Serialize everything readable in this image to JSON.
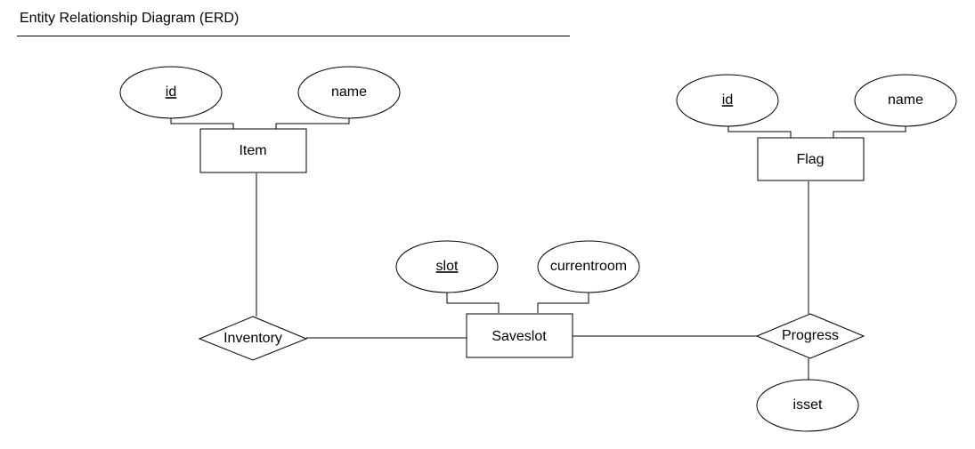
{
  "title": "Entity Relationship Diagram (ERD)",
  "entities": {
    "item": {
      "label": "Item",
      "attributes": {
        "id": {
          "label": "id",
          "key": true
        },
        "name": {
          "label": "name",
          "key": false
        }
      }
    },
    "flag": {
      "label": "Flag",
      "attributes": {
        "id": {
          "label": "id",
          "key": true
        },
        "name": {
          "label": "name",
          "key": false
        }
      }
    },
    "saveslot": {
      "label": "Saveslot",
      "attributes": {
        "slot": {
          "label": "slot",
          "key": true
        },
        "currentroom": {
          "label": "currentroom",
          "key": false
        }
      }
    }
  },
  "relationships": {
    "inventory": {
      "label": "Inventory",
      "connects": [
        "Item",
        "Saveslot"
      ]
    },
    "progress": {
      "label": "Progress",
      "connects": [
        "Flag",
        "Saveslot"
      ],
      "attributes": {
        "isset": {
          "label": "isset",
          "key": false
        }
      }
    }
  }
}
